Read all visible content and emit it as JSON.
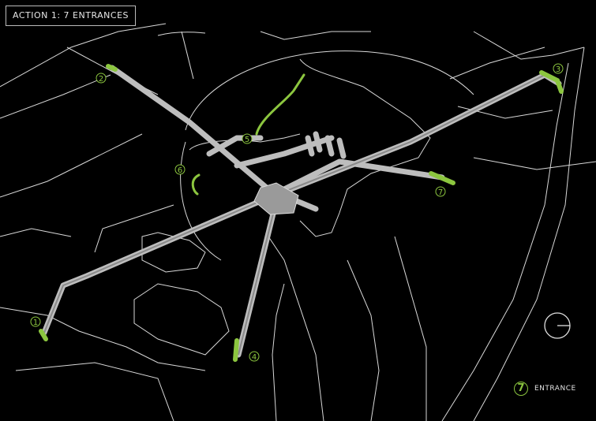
{
  "title": "ACTION 1: 7 ENTRANCES",
  "entrances": [
    "1",
    "2",
    "3",
    "4",
    "5",
    "6",
    "7"
  ],
  "legend": {
    "number": "7",
    "label": "ENTRANCE"
  },
  "colors": {
    "accent": "#8cc63f",
    "background": "#000000",
    "streets": "#d8d8d8",
    "tunnels": "#bdbdbd"
  },
  "icons": {
    "orientation": "north-arrow-icon"
  }
}
